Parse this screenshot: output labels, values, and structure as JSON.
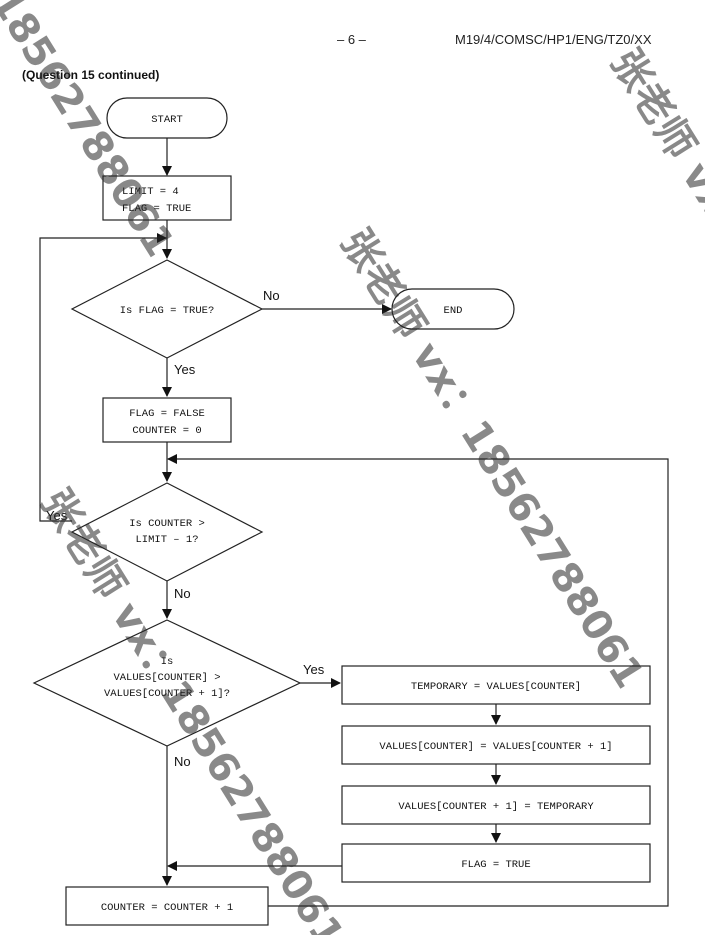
{
  "header": {
    "page_number": "– 6 –",
    "paper_code": "M19/4/COMSC/HP1/ENG/TZ0/XX",
    "continued": "(Question 15 continued)"
  },
  "flowchart": {
    "start": "START",
    "init_line1": "LIMIT = 4",
    "init_line2": "FLAG = TRUE",
    "decision_flag": "Is FLAG = TRUE?",
    "no_label_1": "No",
    "end": "END",
    "yes_label_1": "Yes",
    "reset_line1": "FLAG = FALSE",
    "reset_line2": "COUNTER = 0",
    "yes_label_2": "Yes",
    "decision_counter_line1": "Is COUNTER >",
    "decision_counter_line2": "LIMIT – 1?",
    "no_label_2": "No",
    "decision_values_line1": "Is",
    "decision_values_line2": "VALUES[COUNTER] >",
    "decision_values_line3": "VALUES[COUNTER + 1]?",
    "yes_label_3": "Yes",
    "no_label_3": "No",
    "swap1": "TEMPORARY = VALUES[COUNTER]",
    "swap2": "VALUES[COUNTER] = VALUES[COUNTER + 1]",
    "swap3": "VALUES[COUNTER + 1] = TEMPORARY",
    "set_flag": "FLAG = TRUE",
    "increment": "COUNTER = COUNTER + 1"
  },
  "watermark": {
    "text1": "张老师 vx：18562788061",
    "text2": "张老师 vx：18562788061",
    "text3": "18562788061",
    "text4": "张老师 vx"
  }
}
